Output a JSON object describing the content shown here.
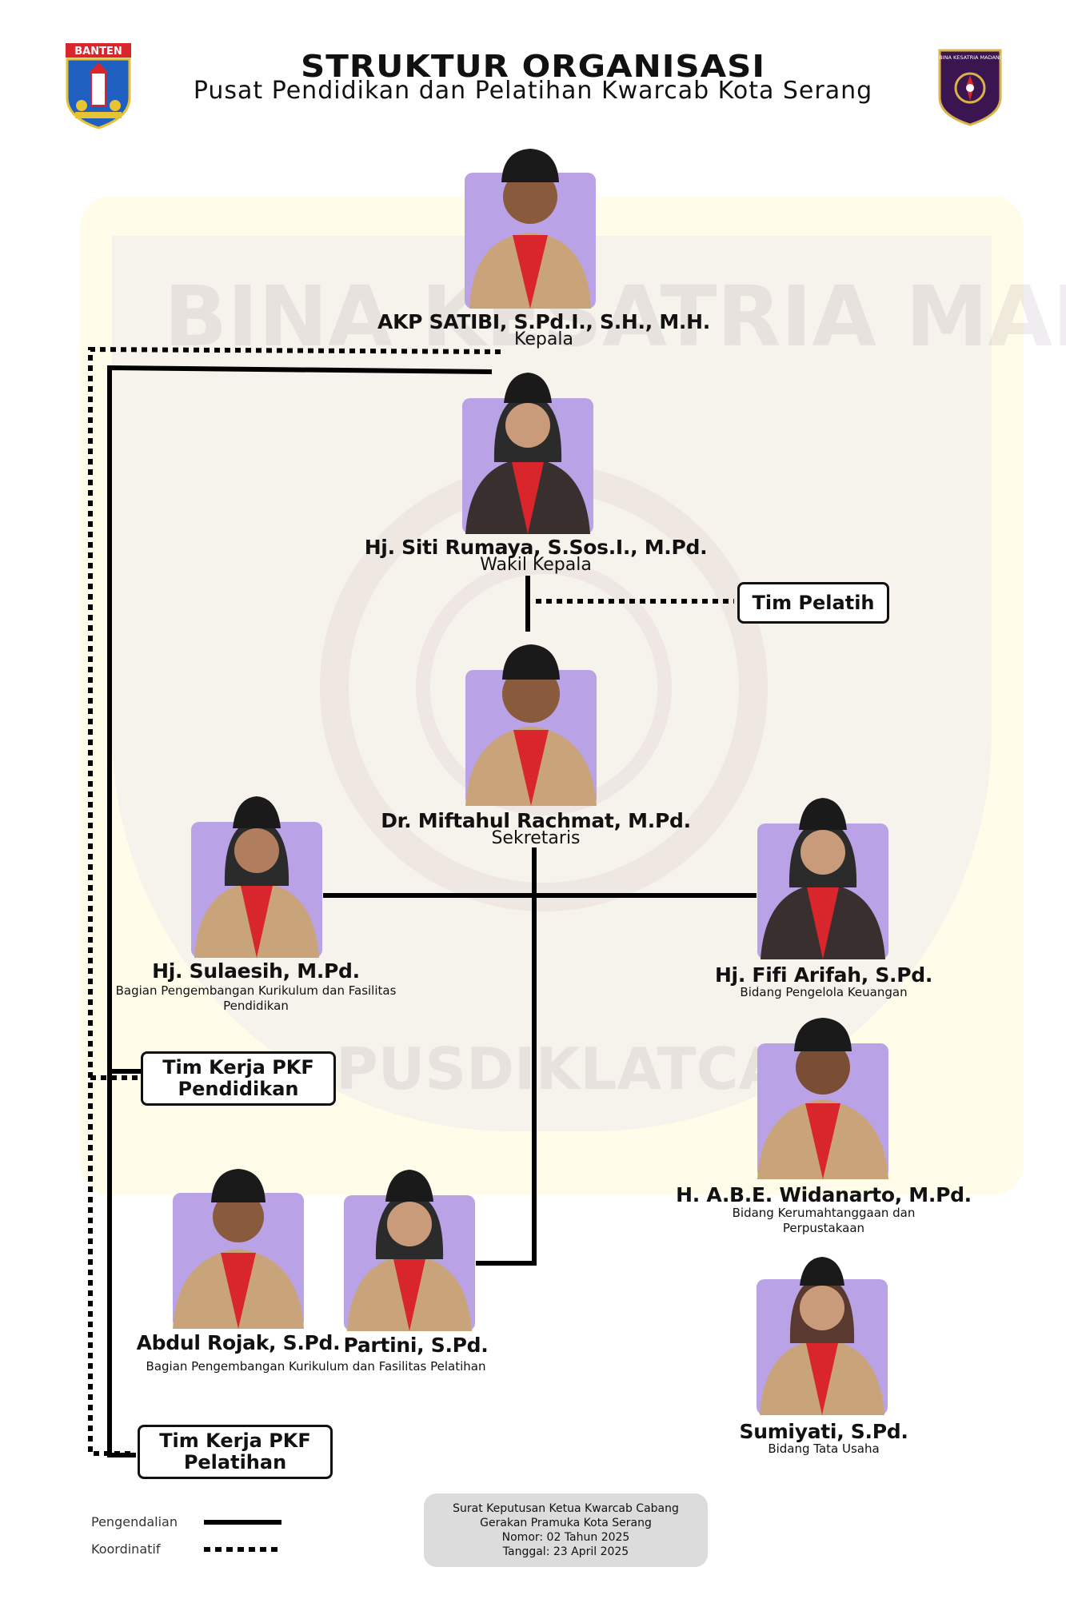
{
  "header": {
    "title": "STRUKTUR ORGANISASI",
    "subtitle": "Pusat Pendidikan dan Pelatihan Kwarcab Kota Serang",
    "logo_left_text": "BANTEN",
    "logo_right_text": "BINA KESATRIA MADANI"
  },
  "watermark": {
    "top_text": "BINA KESATRIA MADANI",
    "bottom_text": "PUSDIKLATCAB"
  },
  "people": {
    "kepala": {
      "name": "AKP SATIBI, S.Pd.I., S.H., M.H.",
      "role": "Kepala"
    },
    "wakil": {
      "name": "Hj. Siti Rumaya, S.Sos.I., M.Pd.",
      "role": "Wakil Kepala"
    },
    "sekretaris": {
      "name": "Dr. Miftahul Rachmat, M.Pd.",
      "role": "Sekretaris"
    },
    "sulaesih": {
      "name": "Hj. Sulaesih, M.Pd.",
      "role": "Bagian Pengembangan Kurikulum dan Fasilitas Pendidikan"
    },
    "fifi": {
      "name": "Hj. Fifi Arifah, S.Pd.",
      "role": "Bidang Pengelola Keuangan"
    },
    "widanarto": {
      "name": "H. A.B.E. Widanarto, M.Pd.",
      "role": "Bidang Kerumahtanggaan dan Perpustakaan"
    },
    "rojak": {
      "name": "Abdul Rojak, S.Pd."
    },
    "partini": {
      "name": "Partini, S.Pd."
    },
    "pelatihan_role": "Bagian Pengembangan Kurikulum dan Fasilitas Pelatihan",
    "sumiyati": {
      "name": "Sumiyati, S.Pd.",
      "role": "Bidang Tata Usaha"
    }
  },
  "boxes": {
    "tim_pelatih": "Tim Pelatih",
    "pkf_pendidikan": "Tim Kerja PKF Pendidikan",
    "pkf_pelatihan": "Tim Kerja PKF Pelatihan"
  },
  "legend": {
    "solid": "Pengendalian",
    "dotted": "Koordinatif"
  },
  "sk": {
    "line1": "Surat Keputusan Ketua Kwarcab Cabang",
    "line2": "Gerakan Pramuka Kota Serang",
    "line3": "Nomor: 02 Tahun 2025",
    "line4": "Tanggal: 23 April 2025"
  },
  "colors": {
    "photo_bg": "#b9a3e6",
    "scout_uniform": "#c9a47a",
    "scarf_red": "#d8262c",
    "cap": "#1a1a1a"
  }
}
